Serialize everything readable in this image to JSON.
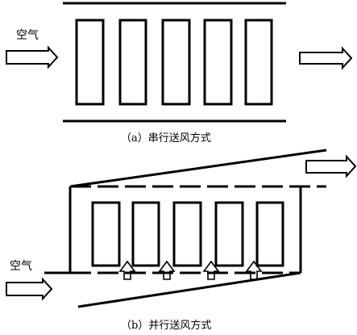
{
  "diagram_a": {
    "air_label": "空气",
    "caption": "（a）串行送风方式"
  },
  "diagram_b": {
    "air_label": "空气",
    "caption": "（b）并行送风方式"
  }
}
